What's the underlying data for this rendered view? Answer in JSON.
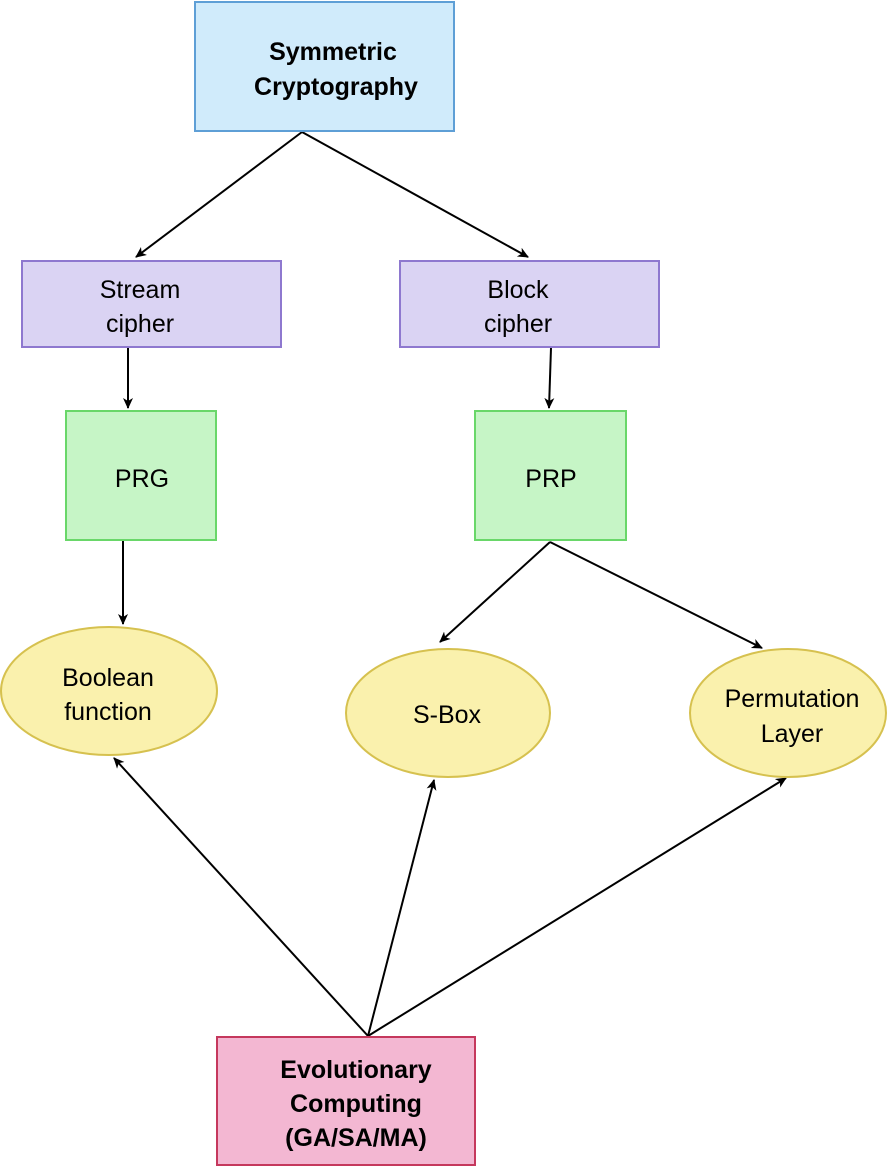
{
  "colors": {
    "symmetric_fill": "#d0ebfb",
    "symmetric_stroke": "#5e9fd6",
    "cipher_fill": "#dad3f3",
    "cipher_stroke": "#8e78cf",
    "prim_fill": "#c6f5c6",
    "prim_stroke": "#69d769",
    "comp_fill": "#faf1ad",
    "comp_stroke": "#d6c14f",
    "evo_fill": "#f3b7d2",
    "evo_stroke": "#c5385d",
    "edge": "#000000"
  },
  "nodes": {
    "symmetric": {
      "line1": "Symmetric",
      "line2": "Cryptography"
    },
    "stream": {
      "line1": "Stream",
      "line2": "cipher"
    },
    "block": {
      "line1": "Block",
      "line2": "cipher"
    },
    "prg": {
      "label": "PRG"
    },
    "prp": {
      "label": "PRP"
    },
    "boolean": {
      "line1": "Boolean",
      "line2": "function"
    },
    "sbox": {
      "label": "S-Box"
    },
    "permutation": {
      "line1": "Permutation",
      "line2": "Layer"
    },
    "evolutionary": {
      "line1": "Evolutionary",
      "line2": "Computing",
      "line3": "(GA/SA/MA)"
    }
  }
}
